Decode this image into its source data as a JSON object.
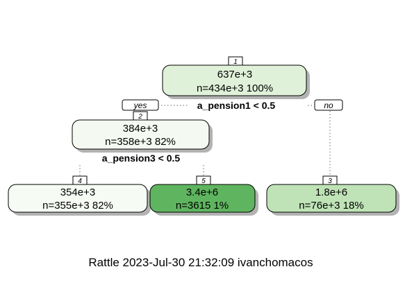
{
  "nodes": {
    "n1": {
      "id": "1",
      "value": "637e+3",
      "stats": "n=434e+3  100%",
      "color": "#dff1d9"
    },
    "n2": {
      "id": "2",
      "value": "384e+3",
      "stats": "n=358e+3  82%",
      "color": "#f4faf1"
    },
    "n3": {
      "id": "3",
      "value": "1.8e+6",
      "stats": "n=76e+3  18%",
      "color": "#bfe3b6"
    },
    "n4": {
      "id": "4",
      "value": "354e+3",
      "stats": "n=355e+3  82%",
      "color": "#f6fbf3"
    },
    "n5": {
      "id": "5",
      "value": "3.4e+6",
      "stats": "n=3615  1%",
      "color": "#5fb55f"
    }
  },
  "splits": {
    "root": "a_pension1 < 0.5",
    "left": "a_pension3 < 0.5"
  },
  "branch_labels": {
    "yes": "yes",
    "no": "no"
  },
  "footer": "Rattle 2023-Jul-30 21:32:09 ivanchomacos"
}
